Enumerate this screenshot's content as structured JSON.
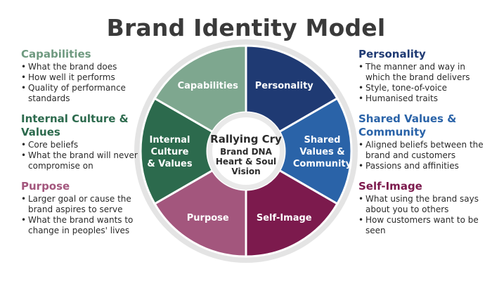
{
  "title": "Brand Identity Model",
  "colors": {
    "capabilities": "#7ea78f",
    "personality": "#1f3a73",
    "shared_values": "#2a63a8",
    "self_image": "#7c1a4d",
    "purpose": "#a3567d",
    "internal_culture": "#2c6a4d",
    "ring": "#e4e4e4",
    "center": "#ffffff"
  },
  "left": [
    {
      "heading": "Capabilities",
      "color": "#6f9a80",
      "bullets": [
        "What the brand does",
        "How well it performs",
        "Quality of performance standards"
      ]
    },
    {
      "heading": "Internal Culture & Values",
      "color": "#2c6a4d",
      "bullets": [
        "Core beliefs",
        "What the brand will never compromise on"
      ]
    },
    {
      "heading": "Purpose",
      "color": "#a3567d",
      "bullets": [
        "Larger goal or cause the brand aspires to serve",
        "What the brand wants to change in peoples' lives"
      ]
    }
  ],
  "right": [
    {
      "heading": "Personality",
      "color": "#1f3a73",
      "bullets": [
        "The manner and way in which the brand delivers",
        "Style, tone-of-voice",
        "Humanised traits"
      ]
    },
    {
      "heading": "Shared Values & Community",
      "color": "#2a63a8",
      "bullets": [
        "Aligned beliefs between the brand and customers",
        "Passions and affinities"
      ]
    },
    {
      "heading": "Self-Image",
      "color": "#7c1a4d",
      "bullets": [
        "What using the brand says about you to others",
        "How customers want to be seen"
      ]
    }
  ],
  "wheel": {
    "segments": [
      {
        "key": "personality",
        "label_lines": [
          "Personality"
        ]
      },
      {
        "key": "shared_values",
        "label_lines": [
          "Shared",
          "Values &",
          "Community"
        ]
      },
      {
        "key": "self_image",
        "label_lines": [
          "Self-Image"
        ]
      },
      {
        "key": "purpose",
        "label_lines": [
          "Purpose"
        ]
      },
      {
        "key": "internal_culture",
        "label_lines": [
          "Internal",
          "Culture",
          "& Values"
        ]
      },
      {
        "key": "capabilities",
        "label_lines": [
          "Capabilities"
        ]
      }
    ],
    "center": {
      "title": "Rallying Cry",
      "lines": [
        "Brand DNA",
        "Heart & Soul",
        "Vision"
      ]
    }
  }
}
